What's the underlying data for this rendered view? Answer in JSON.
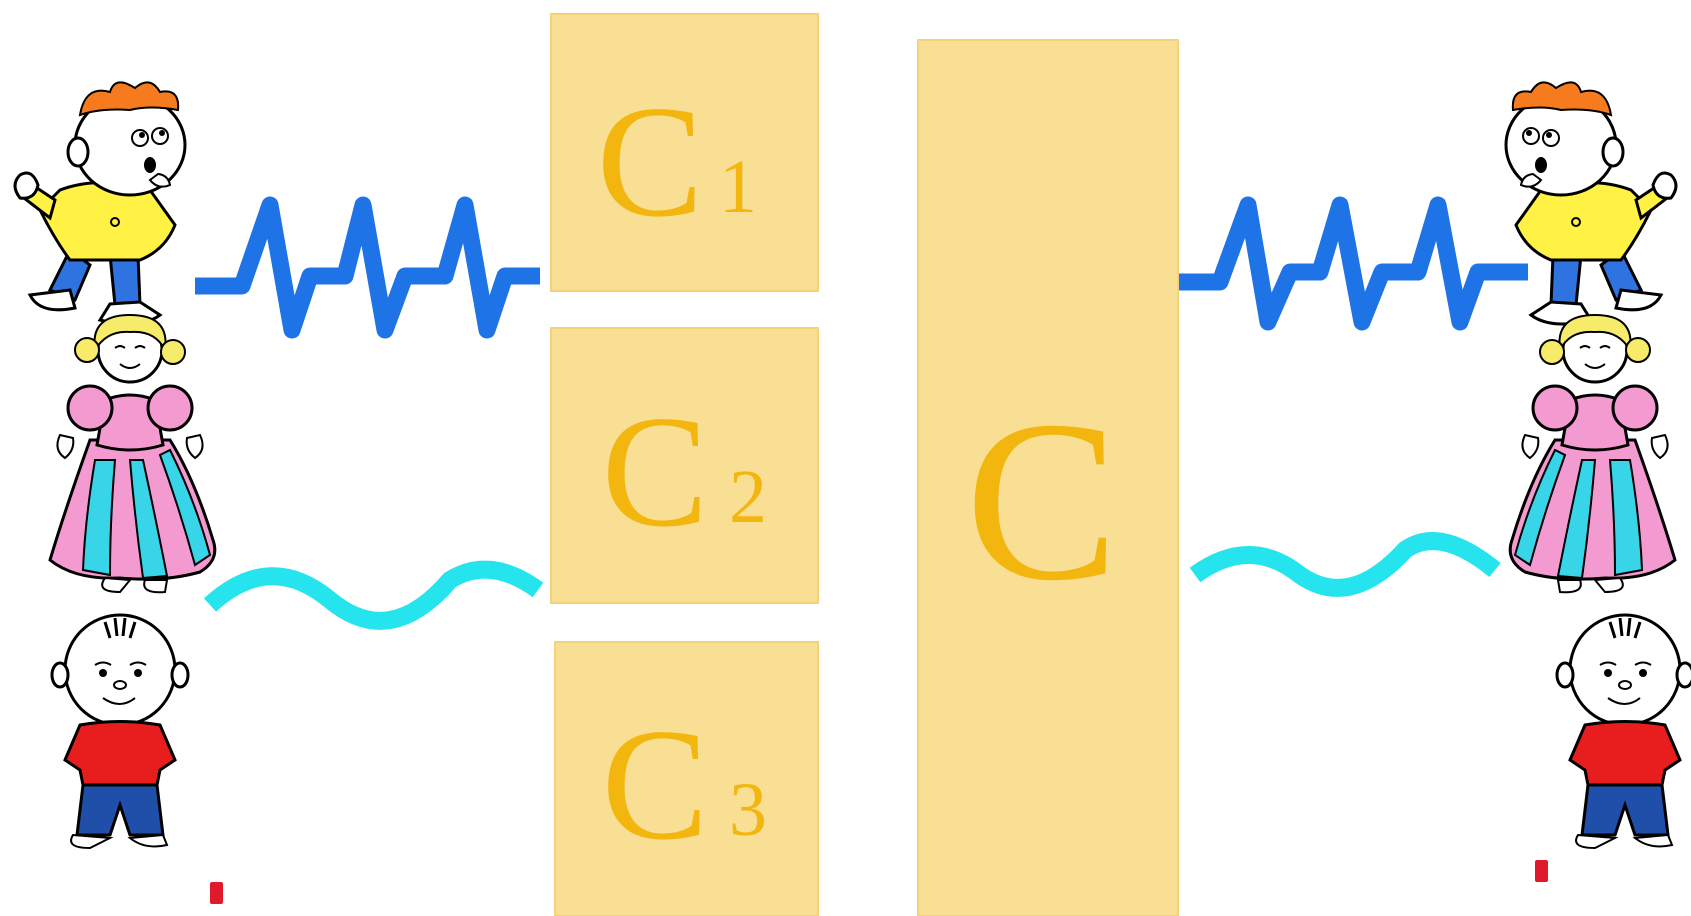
{
  "boxes": {
    "c1": {
      "letter": "C",
      "subscript": "1"
    },
    "c2": {
      "letter": "C",
      "subscript": "2"
    },
    "c3": {
      "letter": "C",
      "subscript": "3"
    },
    "c": {
      "letter": "C"
    }
  },
  "characters": {
    "left": [
      "boy-orange-hair",
      "girl-pink-dress",
      "boy-red-shirt"
    ],
    "right": [
      "boy-orange-hair",
      "girl-pink-dress",
      "boy-red-shirt"
    ]
  },
  "signals": {
    "left": [
      "pulse-wave-signal",
      "sine-wave-signal",
      "no-signal-dot"
    ],
    "right": [
      "pulse-wave-signal",
      "sine-wave-signal",
      "no-signal-dot"
    ]
  },
  "colors": {
    "box_fill": "#F8DF93",
    "box_letter": "#F2B60E",
    "pulse_wave": "#1E73E6",
    "sine_wave": "#26E4EE",
    "dot": "#E01A2B"
  }
}
